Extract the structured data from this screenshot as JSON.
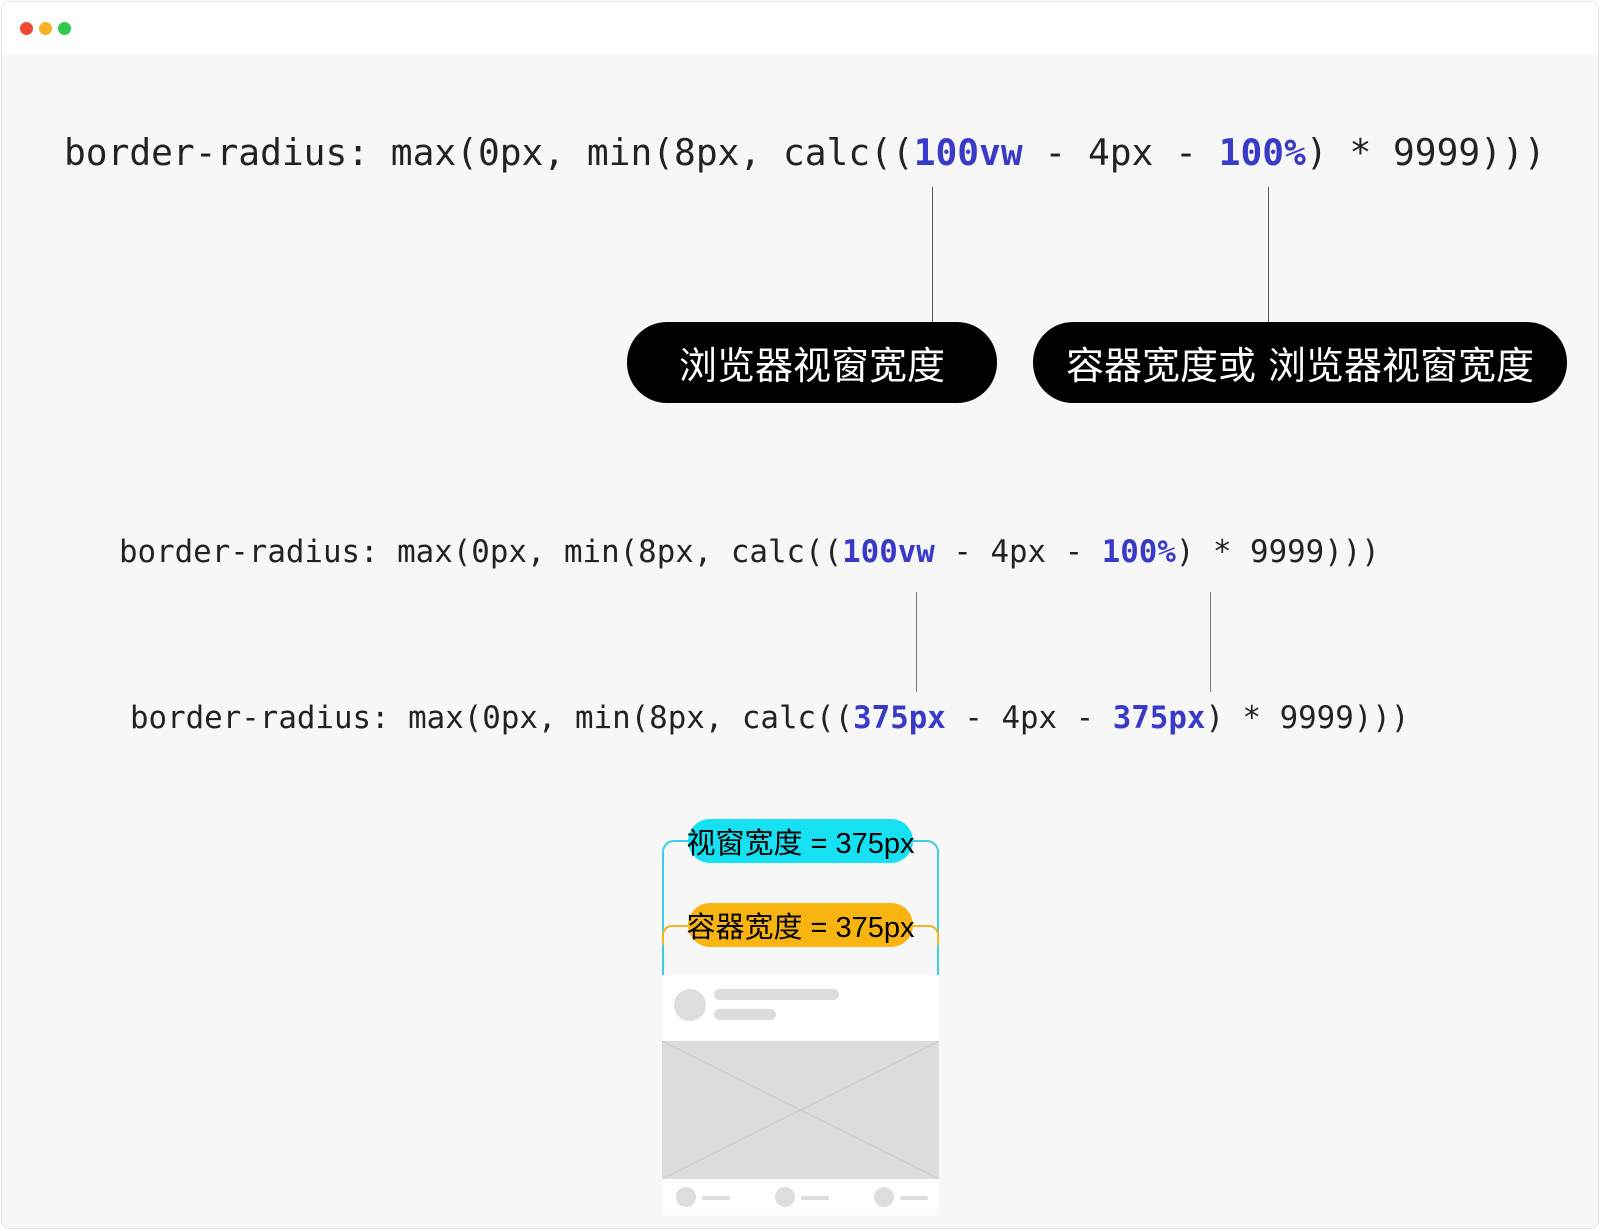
{
  "window": {
    "controls": [
      "close",
      "minimize",
      "maximize"
    ]
  },
  "top_formula": {
    "prefix": "border-radius: max(0px, min(8px, calc((",
    "term1": "100vw",
    "middle": " - 4px - ",
    "term2": "100%",
    "suffix": ") * 9999)))"
  },
  "callouts": {
    "viewport_width": "浏览器视窗宽度",
    "container_or_viewport_width": "容器宽度或 浏览器视窗宽度"
  },
  "formula_generic": {
    "prefix": "border-radius: max(0px, min(8px, calc((",
    "term1": "100vw",
    "middle": " - 4px - ",
    "term2": "100%",
    "suffix": ") * 9999)))"
  },
  "formula_resolved": {
    "prefix": "border-radius: max(0px, min(8px, calc((",
    "term1": "375px",
    "middle": " - 4px - ",
    "term2": "375px",
    "suffix": ") * 9999)))"
  },
  "mockup": {
    "viewport_label": "视窗宽度 = 375px",
    "container_label": "容器宽度 = 375px"
  },
  "colors": {
    "highlight": "#3a3ac8",
    "viewport_tag": "#16e1f2",
    "container_tag": "#f8b511",
    "callout_bg": "#000000"
  }
}
